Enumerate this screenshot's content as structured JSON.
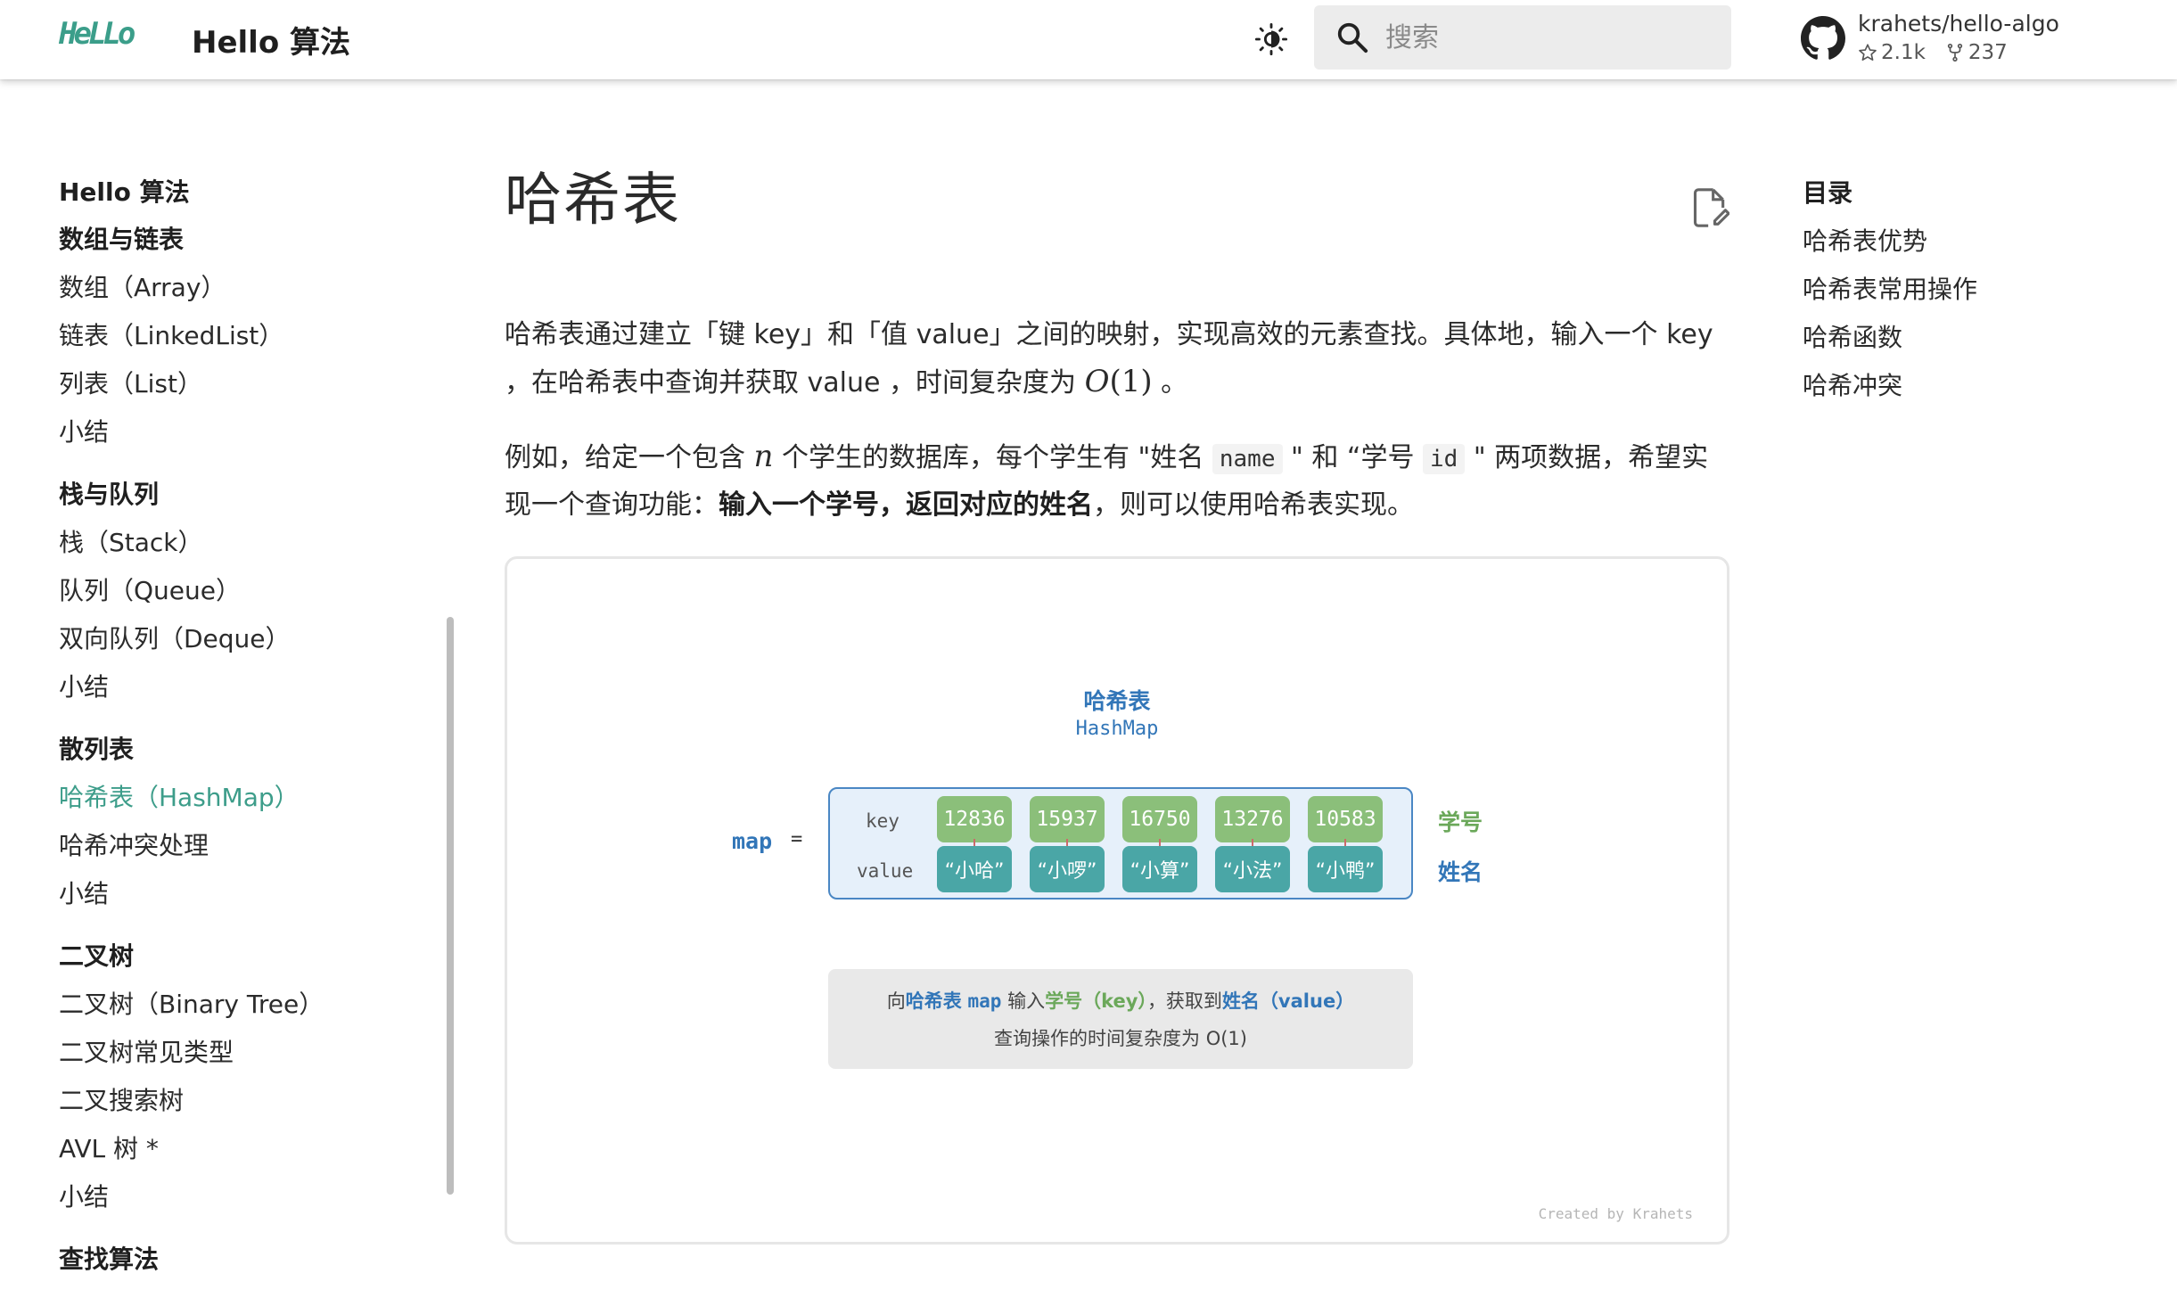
{
  "header": {
    "logo_text": "HeLLo",
    "site_title": "Hello 算法",
    "search_placeholder": "搜索",
    "repo_name": "krahets/hello-algo",
    "stars": "2.1k",
    "forks": "237"
  },
  "nav": {
    "top_title": "Hello 算法",
    "sections": [
      {
        "title": "数组与链表",
        "items": [
          "数组（Array）",
          "链表（LinkedList）",
          "列表（List）",
          "小结"
        ]
      },
      {
        "title": "栈与队列",
        "items": [
          "栈（Stack）",
          "队列（Queue）",
          "双向队列（Deque）",
          "小结"
        ]
      },
      {
        "title": "散列表",
        "items": [
          "哈希表（HashMap）",
          "哈希冲突处理",
          "小结"
        ]
      },
      {
        "title": "二叉树",
        "items": [
          "二叉树（Binary Tree）",
          "二叉树常见类型",
          "二叉搜索树",
          "AVL 树 *",
          "小结"
        ]
      },
      {
        "title": "查找算法",
        "items": []
      }
    ],
    "active_item": "哈希表（HashMap）"
  },
  "main": {
    "title": "哈希表",
    "para1": {
      "t1": "哈希表通过建立「键 key」和「值 value」之间的映射，实现高效的元素查找。具体地，输入一个 key ，在哈希表中查询并获取 value ，时间复杂度为 ",
      "math_o": "O",
      "math_rest": "(1)",
      "t2": " 。"
    },
    "para2": {
      "t1": "例如，给定一个包含 ",
      "math_n": "n",
      "t2": " 个学生的数据库，每个学生有 \"姓名 ",
      "code1": "name",
      "t3": " \" 和 “学号 ",
      "code2": "id",
      "t4": " \" 两项数据，希望实现一个查询功能：",
      "bold": "输入一个学号，返回对应的姓名",
      "t5": "，则可以使用哈希表实现。"
    }
  },
  "figure": {
    "title": "哈希表",
    "subtitle": "HashMap",
    "map_label": "map",
    "map_eq": "=",
    "key_label": "key",
    "value_label": "value",
    "keys": [
      "12836",
      "15937",
      "16750",
      "13276",
      "10583"
    ],
    "values": [
      "“小哈”",
      "“小啰”",
      "“小算”",
      "“小法”",
      "“小鸭”"
    ],
    "side_key": "学号",
    "side_value": "姓名",
    "desc": {
      "p1": "向",
      "p2": "哈希表",
      "p3": "map",
      "p4": "输入",
      "p5": "学号（key）",
      "p6": "，获取到",
      "p7": "姓名（value）",
      "line2": "查询操作的时间复杂度为 O(1)"
    },
    "credit": "Created by Krahets",
    "colors": {
      "blue": "#3276b8",
      "key_green": "#8bbf7a",
      "value_teal": "#4aa6a6",
      "label_green": "#6ba85a"
    }
  },
  "toc": {
    "title": "目录",
    "items": [
      "哈希表优势",
      "哈希表常用操作",
      "哈希函数",
      "哈希冲突"
    ]
  }
}
